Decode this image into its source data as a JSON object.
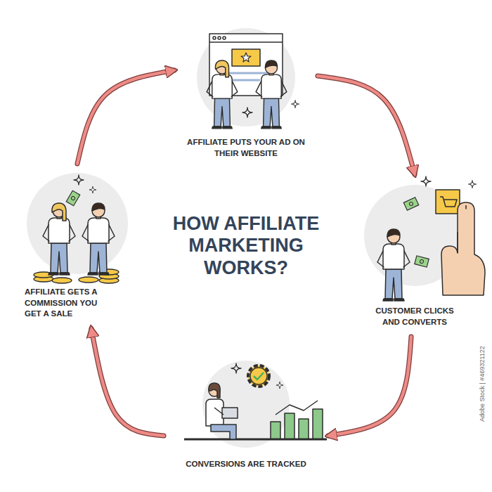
{
  "diagram": {
    "title": "HOW AFFILIATE MARKETING WORKS?",
    "nodes": [
      {
        "text": [
          "AFFILIATE PUTS YOUR AD ON THEIR WEBSITE"
        ]
      },
      {
        "text": [
          "CUSTOMER CLICKS AND CONVERTS"
        ]
      },
      {
        "text": [
          "CONVERSIONS ARE TRACKED"
        ]
      },
      {
        "text": [
          "AFFILIATE GETS A COMMISSION YOU GET A SALE"
        ]
      }
    ],
    "edges": [
      {
        "from": 0,
        "to": 1,
        "arrow": "to"
      },
      {
        "from": 1,
        "to": 2,
        "arrow": "to"
      },
      {
        "from": 2,
        "to": 3,
        "arrow": "to"
      },
      {
        "from": 3,
        "to": 0,
        "arrow": "to"
      }
    ],
    "labels": [
      "Adobe Stock | #469321122"
    ]
  }
}
